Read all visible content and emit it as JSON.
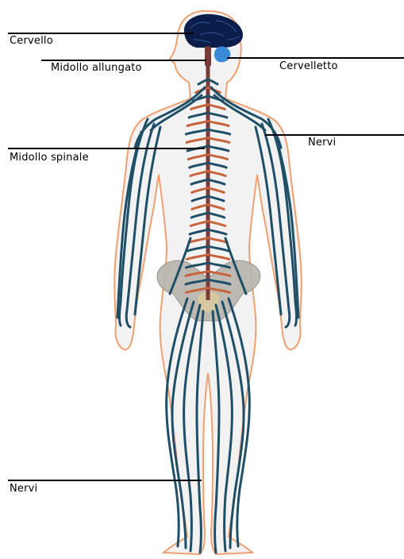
{
  "labels": {
    "cervello": "Cervello",
    "midollo_allungato": "Midollo allungato",
    "cervelletto": "Cervelletto",
    "nervi_upper": "Nervi",
    "midollo_spinale": "Midollo spinale",
    "nervi_lower": "Nervi"
  },
  "colors": {
    "body_fill": "#f2f2f2",
    "body_outline": "#f0a070",
    "nerve": "#1f4f66",
    "spine": "#7a3a3a",
    "spine_branch": "#c8643c",
    "brain": "#0b1d4a",
    "cerebellum": "#3a8ad8",
    "pelvis": "#b8b4ae",
    "pelvis_inner": "#d8c8a0",
    "leader": "#000000"
  }
}
